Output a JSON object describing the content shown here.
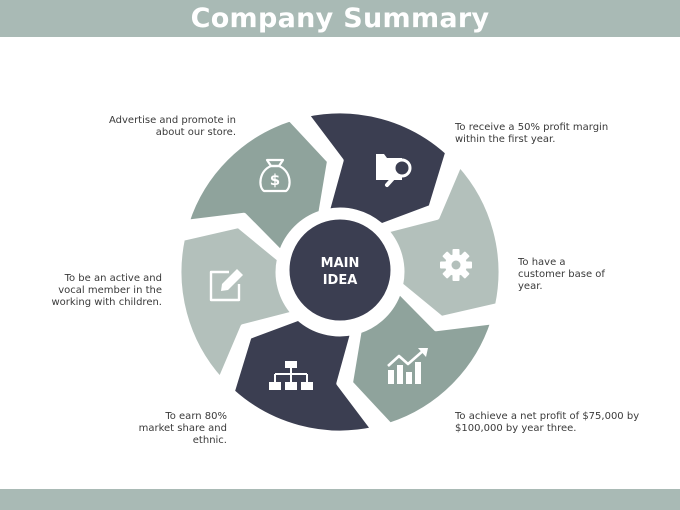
{
  "title": "Company Summary",
  "center": {
    "line1": "MAIN",
    "line2": "IDEA"
  },
  "colors": {
    "dark": "#3b3e51",
    "sage": "#8fa39c",
    "light": "#b3c0bb",
    "bar": "#a9bab5"
  },
  "segments": [
    {
      "icon": "money-bag-icon",
      "lines": [
        "Advertise and promote in",
        "about our store."
      ]
    },
    {
      "icon": "folder-search-icon",
      "lines": [
        "To receive a 50% profit margin",
        "within the first year."
      ]
    },
    {
      "icon": "gear-icon",
      "lines": [
        "To have a",
        "customer  base of",
        "year."
      ]
    },
    {
      "icon": "growth-chart-icon",
      "lines": [
        "To achieve a net profit  of $75,000 by",
        "$100,000 by year three."
      ]
    },
    {
      "icon": "org-chart-icon",
      "lines": [
        "To earn 80%",
        "market share and",
        "ethnic."
      ]
    },
    {
      "icon": "edit-icon",
      "lines": [
        "To be an active and",
        "vocal member in the",
        "working with children."
      ]
    }
  ]
}
